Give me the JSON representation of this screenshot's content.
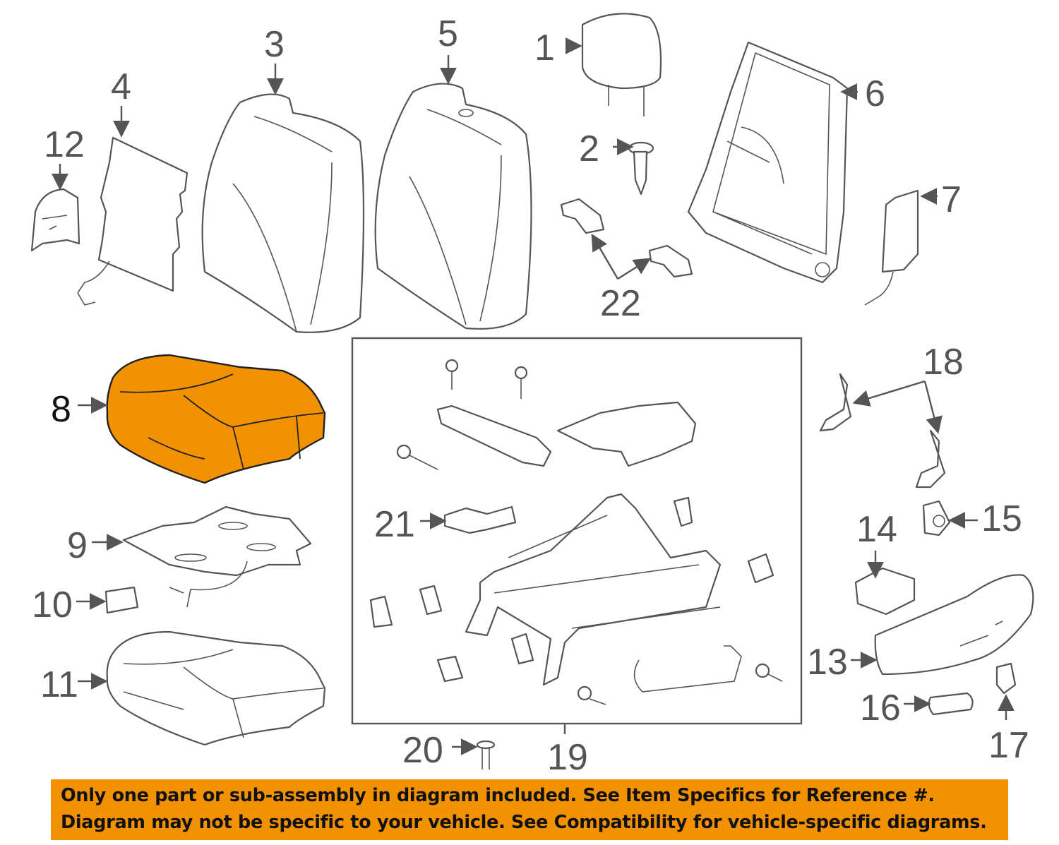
{
  "diagram": {
    "callouts": [
      "1",
      "2",
      "3",
      "4",
      "5",
      "6",
      "7",
      "8",
      "9",
      "10",
      "11",
      "12",
      "13",
      "14",
      "15",
      "16",
      "17",
      "18",
      "19",
      "20",
      "21",
      "22"
    ],
    "highlighted_part": "8",
    "highlight_color": "#f39200"
  },
  "banner": {
    "line1": "Only one part or sub-assembly in diagram included. See Item Specifics for Reference #.",
    "line2": "Diagram may not be specific to your vehicle. See Compatibility for vehicle-specific diagrams."
  }
}
